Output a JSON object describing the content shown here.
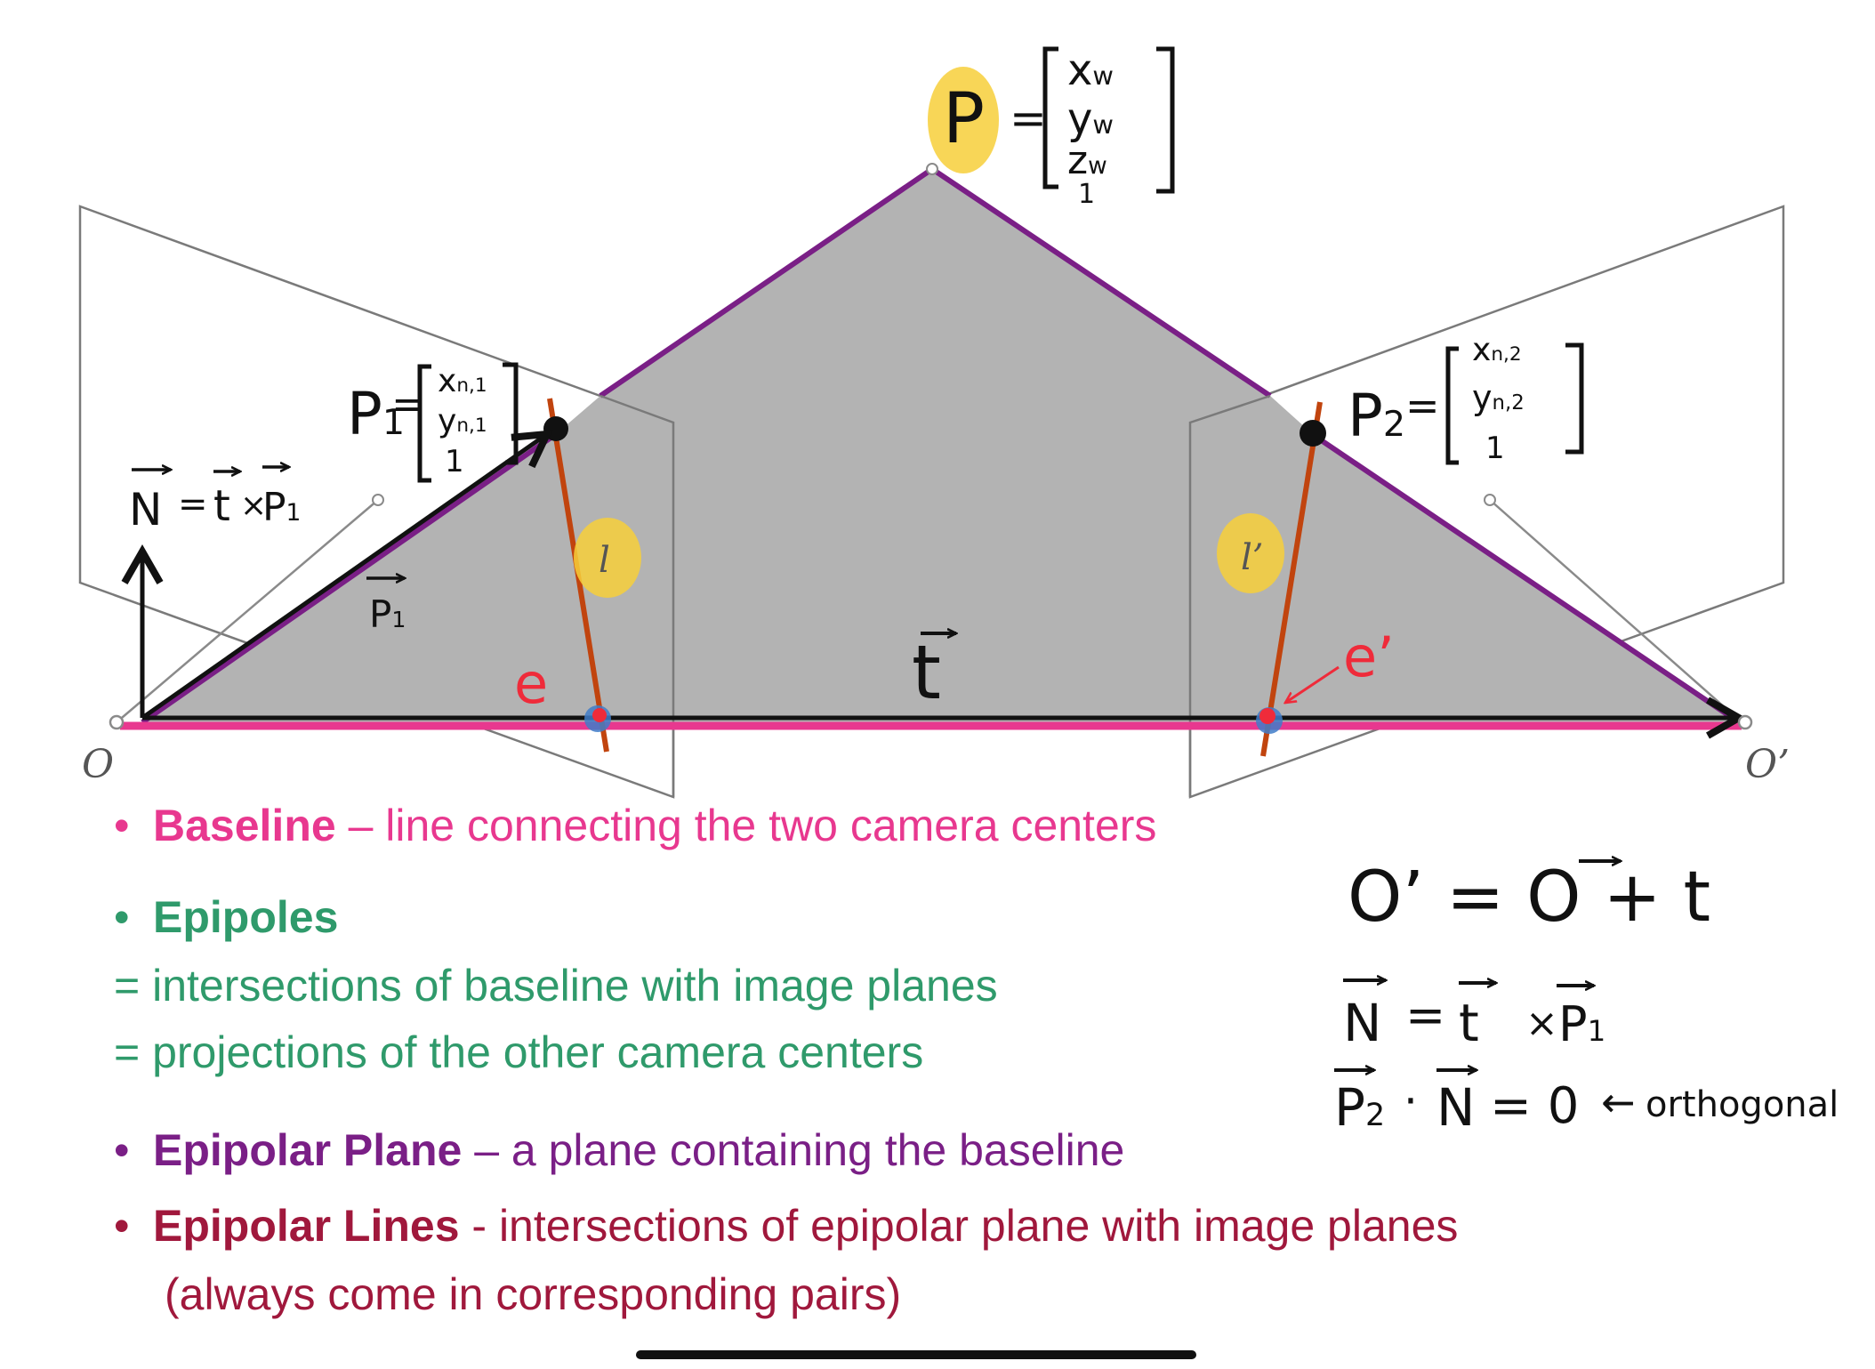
{
  "colors": {
    "baseline": "#e8388f",
    "epipoles": "#2f9a6b",
    "epipolar_plane": "#7a1f86",
    "epipolar_lines": "#a0183c",
    "plane_fill": "#b3b3b3",
    "highlight": "#f7cf3a",
    "epiline": "#c1440e",
    "epipole_dot": "#ef2b3a",
    "epipole_halo": "#3f7dc9"
  },
  "labels": {
    "O": "O",
    "O_prime": "O’",
    "P": "P",
    "P_vector": [
      "x",
      "y",
      "z",
      "1"
    ],
    "P_vector_sub": "w",
    "P1": "P",
    "P1_sub": "1",
    "P1_vector": [
      "x",
      "y",
      "1"
    ],
    "P1_vector_sub": "n,1",
    "P2": "P",
    "P2_sub": "2",
    "P2_vector": [
      "x",
      "y",
      "1"
    ],
    "P2_vector_sub": "n,2",
    "l": "l",
    "l_prime": "l’",
    "e": "e",
    "e_prime": "e’",
    "t": "t",
    "p1_arrow": "P",
    "p1_arrow_sub": "1",
    "N_eq": {
      "N": "N",
      "eq": "=",
      "t": "t",
      "x": "×",
      "p": "P",
      "p_sub": "1"
    }
  },
  "notes": {
    "line1": "O’ = O + t",
    "line2": {
      "N": "N",
      "eq": "=",
      "t": "t",
      "x": "×",
      "p": "P",
      "p_sub": "1"
    },
    "line3": {
      "p": "P",
      "p_sub": "2",
      "dot": "·",
      "N": "N",
      "eq": "= 0",
      "arrow": "←",
      "word": "orthogonal"
    }
  },
  "bullets": [
    {
      "marker": "•",
      "term": "Baseline",
      "sep": " – ",
      "desc": "line connecting the two camera centers"
    },
    {
      "marker": "•",
      "term": "Epipoles",
      "lines": [
        "= intersections of baseline with image planes",
        "= projections of the other camera centers"
      ]
    },
    {
      "marker": "•",
      "term": "Epipolar Plane",
      "sep": " – ",
      "desc": "a plane containing the baseline"
    },
    {
      "marker": "•",
      "term": "Epipolar Lines",
      "sep": " - ",
      "desc": "intersections of epipolar plane with image planes",
      "desc2": "(always come in corresponding pairs)"
    }
  ]
}
